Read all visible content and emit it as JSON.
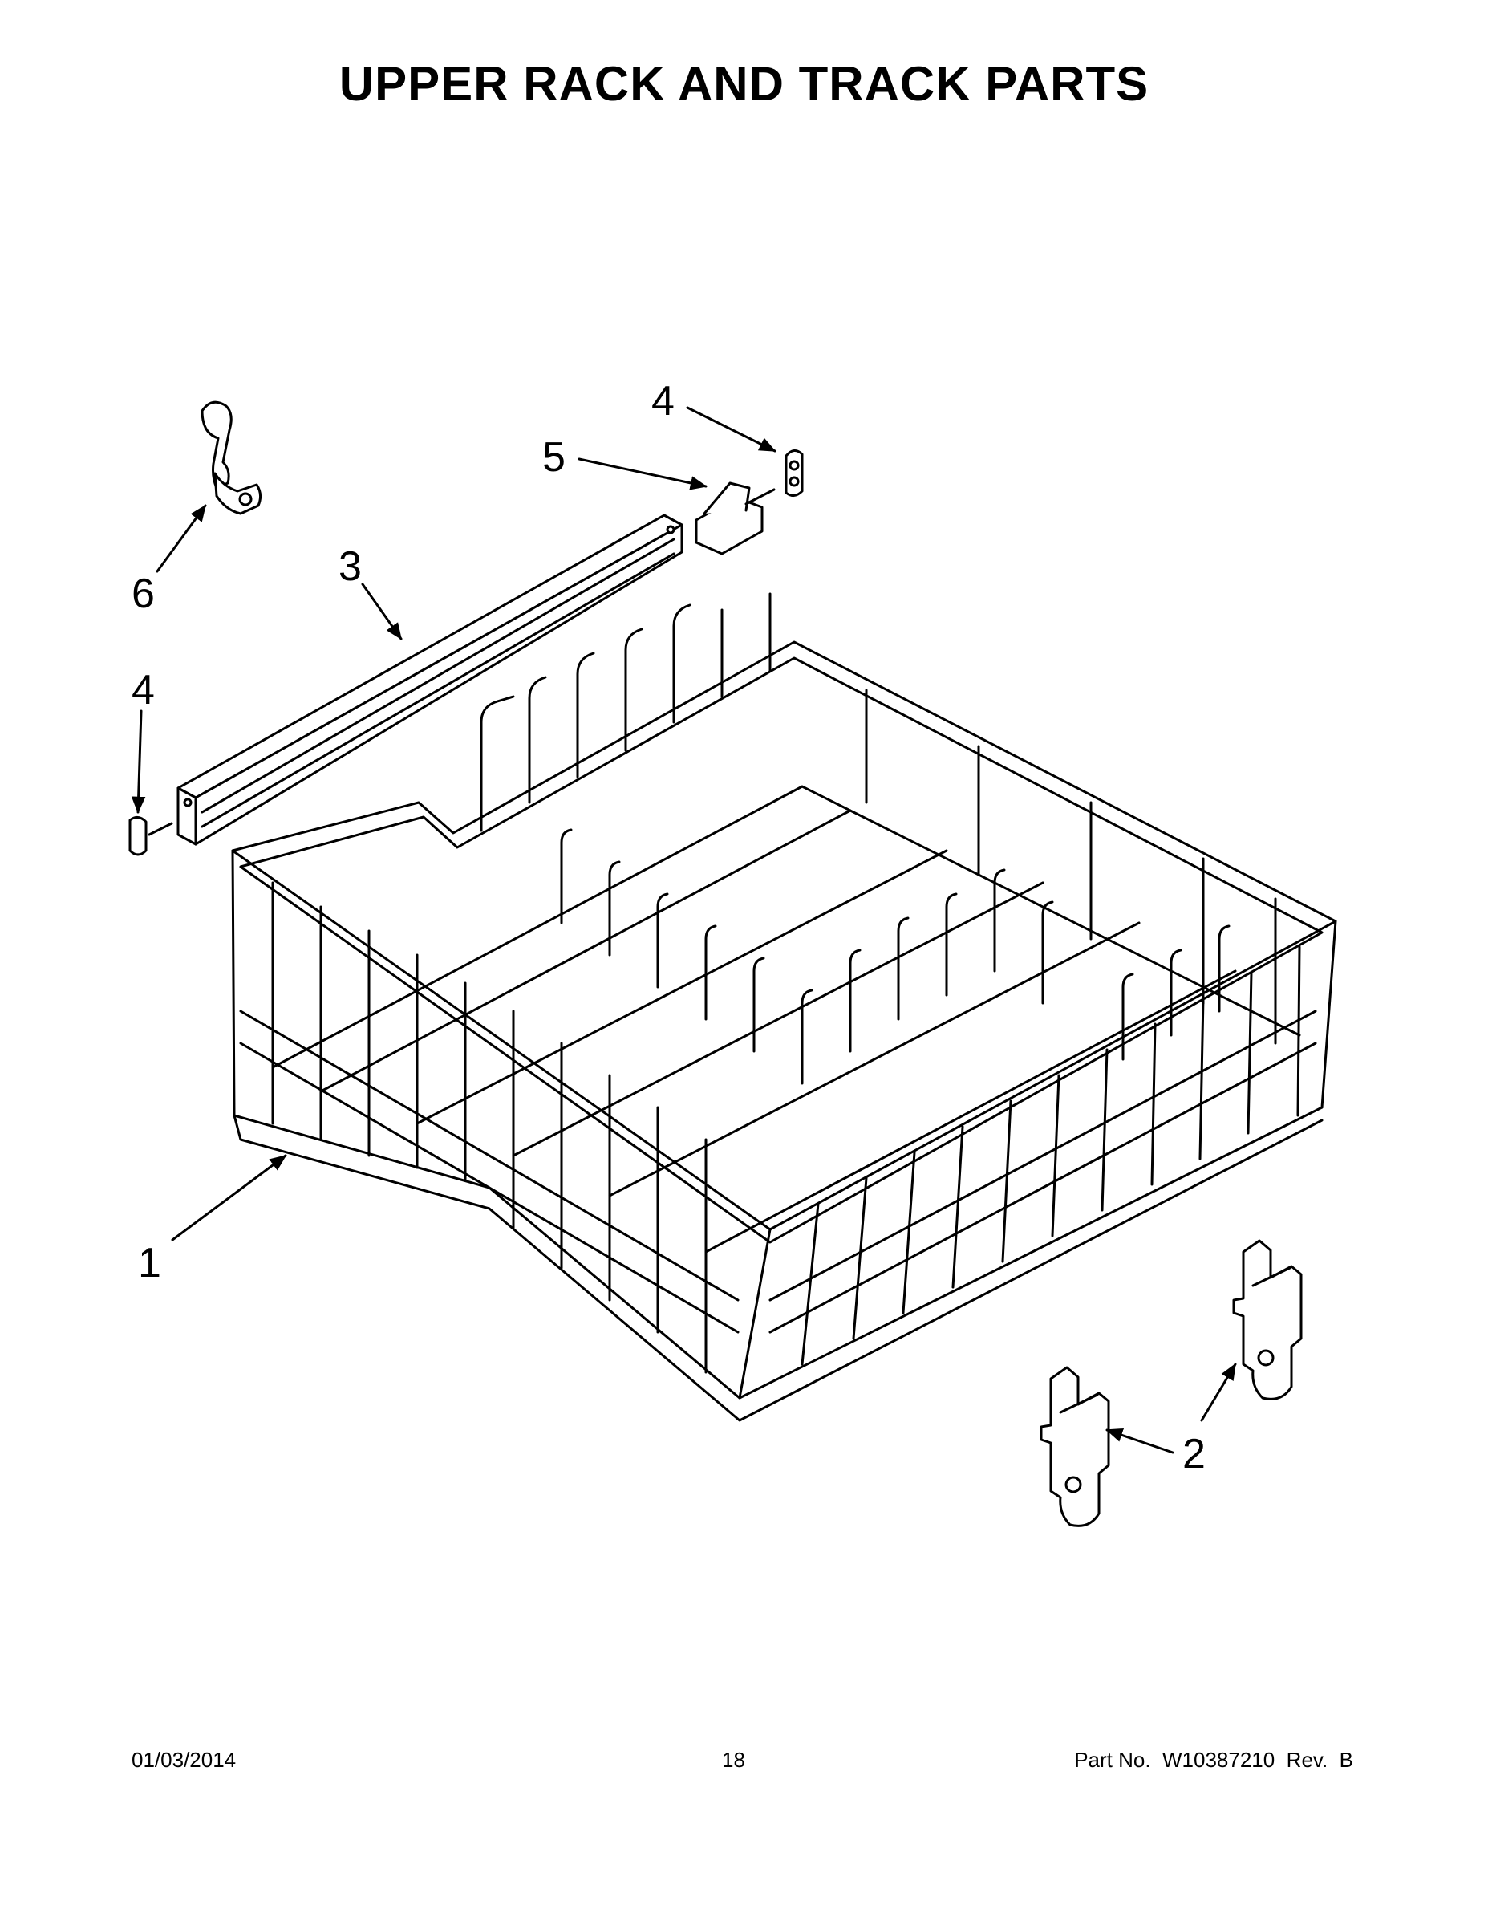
{
  "page": {
    "title": "UPPER RACK AND TRACK PARTS"
  },
  "callouts": {
    "rack": "1",
    "rollers": "2",
    "track": "3",
    "end_cap_right": "4",
    "end_cap_left": "4",
    "track_stop": "5",
    "clip": "6"
  },
  "footer": {
    "date": "01/03/2014",
    "page_number": "18",
    "part_label": "Part No.  W10387210  Rev.  B"
  },
  "colors": {
    "line": "#000000",
    "fill": "#ffffff",
    "shade": "#e6e6e6"
  }
}
